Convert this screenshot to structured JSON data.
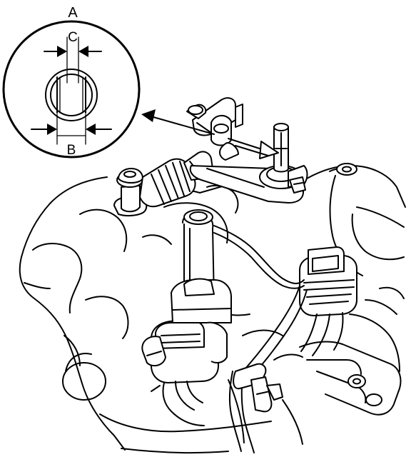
{
  "callouts": {
    "detail": "A",
    "width_inner": "C",
    "width_outer": "B"
  },
  "colors": {
    "line": "#000000",
    "background": "#ffffff"
  }
}
